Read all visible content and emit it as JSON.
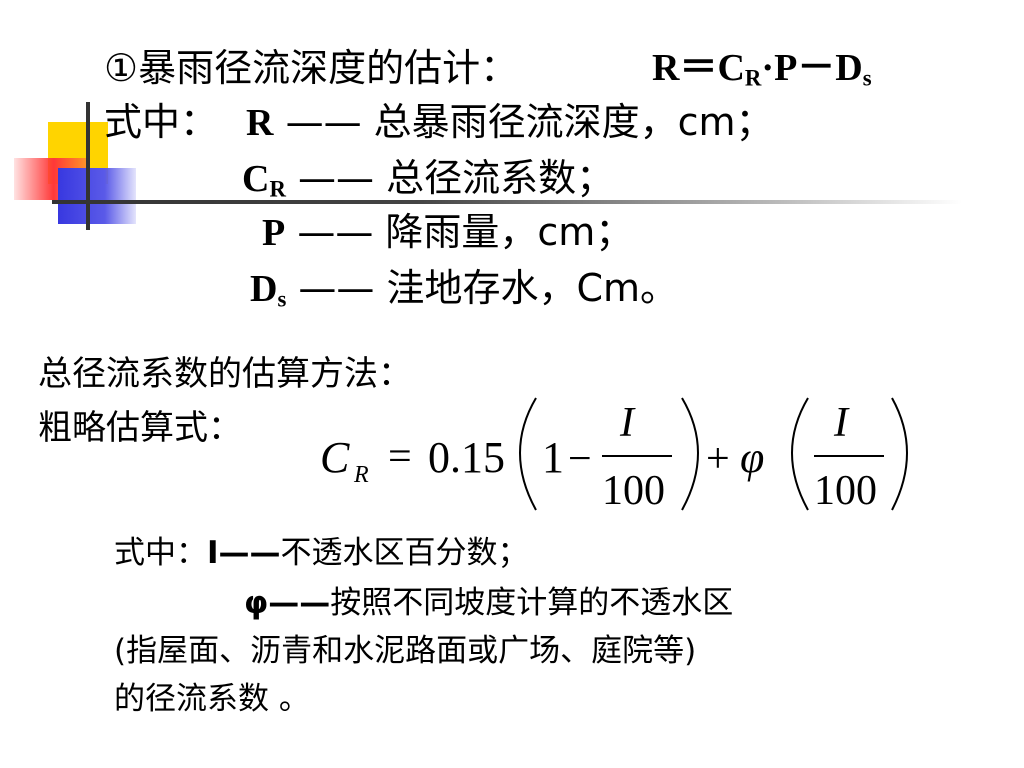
{
  "header": {
    "line1_label": "①暴雨径流深度的估计：",
    "formula_lhs": "R",
    "formula_eq": "＝",
    "formula_c": "C",
    "formula_c_sub": "R",
    "formula_rest": "·P－D",
    "formula_d_sub": "s"
  },
  "definitions": {
    "intro": "式中：",
    "r_symbol": "R",
    "r_text": "—— 总暴雨径流深度，cm；",
    "cr_symbol": "C",
    "cr_sub": "R",
    "cr_text": "—— 总径流系数；",
    "p_symbol": "P",
    "p_text": "—— 降雨量，cm；",
    "ds_symbol": "D",
    "ds_sub": "s",
    "ds_text": "—— 洼地存水，Cm。"
  },
  "method": {
    "title": "总径流系数的估算方法：",
    "subtitle": "粗略估算式："
  },
  "equation": {
    "c": "C",
    "c_sub": "R",
    "eq": "=",
    "coef": "0.15",
    "one": "1",
    "minus": "−",
    "num1": "I",
    "den1": "100",
    "plus": "+",
    "phi": "φ",
    "num2": "I",
    "den2": "100"
  },
  "notes": {
    "line1_prefix": "式中：",
    "line1_symbol": "I——",
    "line1_text": "不透水区百分数；",
    "line2_symbol": "φ——",
    "line2_text": "按照不同坡度计算的不透水区",
    "line3": "(指屋面、沥青和水泥路面或广场、庭院等)",
    "line4": "的径流系数 。"
  }
}
